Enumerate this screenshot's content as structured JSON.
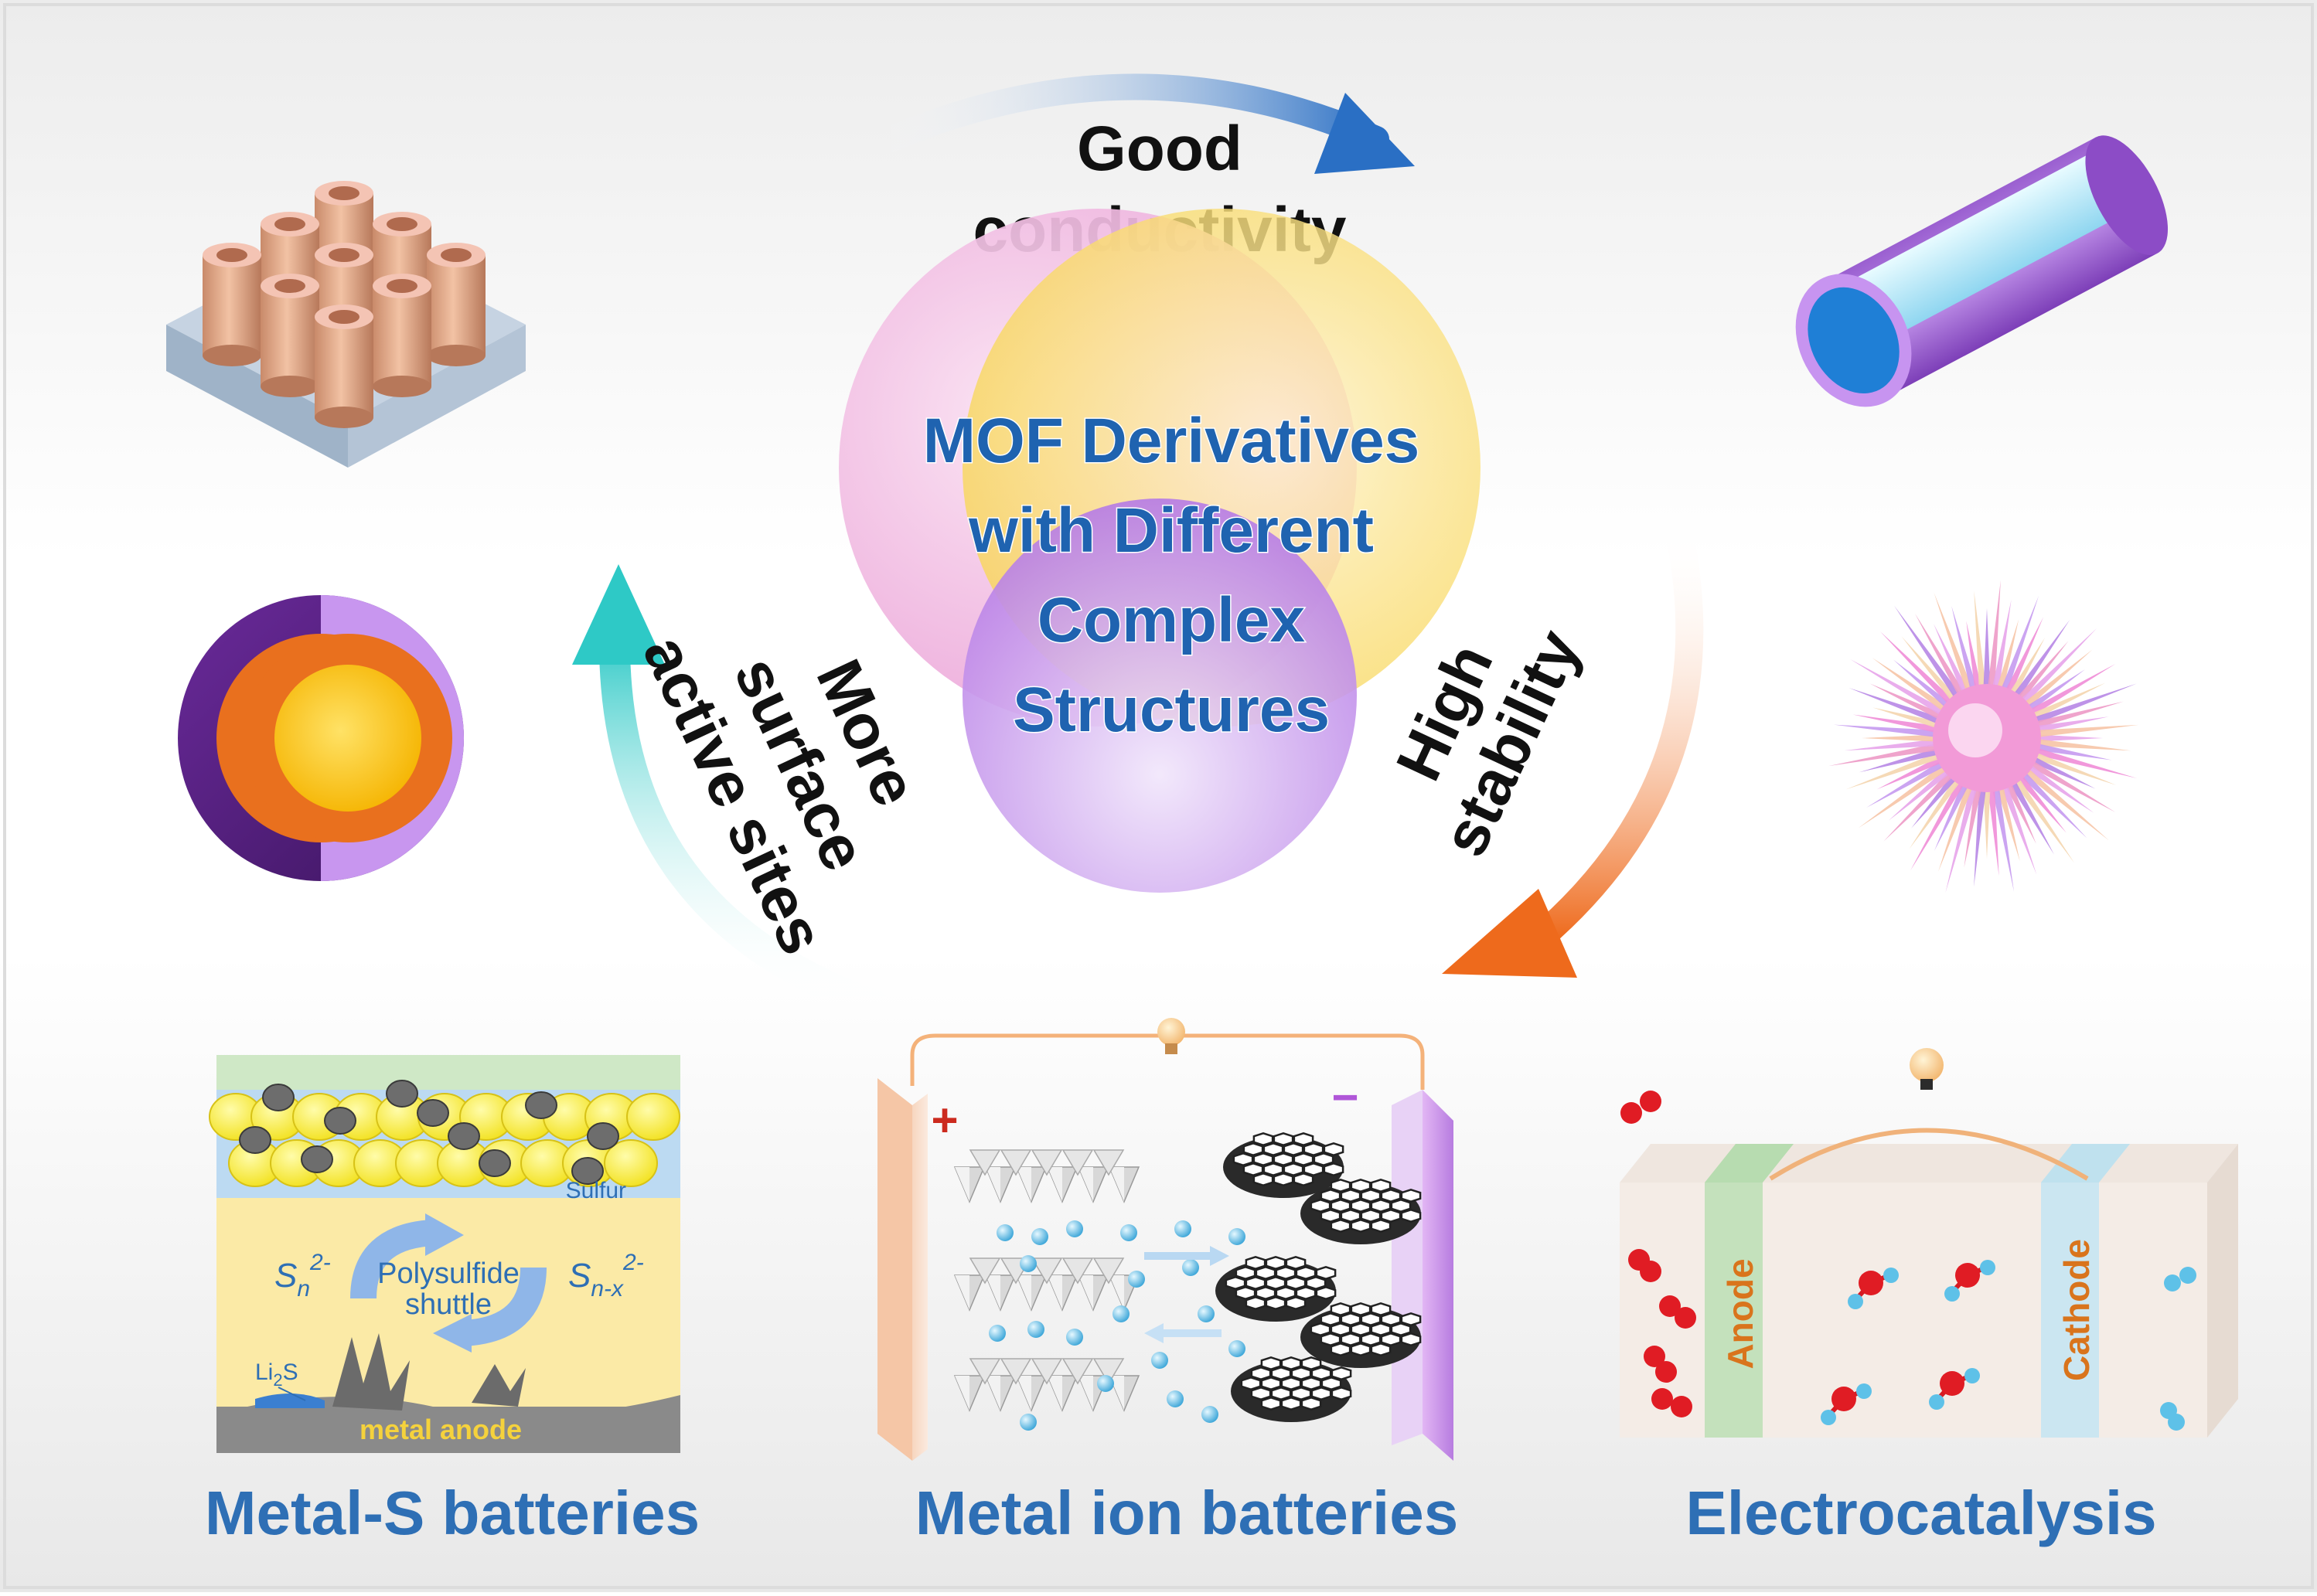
{
  "center": {
    "lines": [
      "MOF Derivatives",
      "with Different",
      "Complex",
      "Structures"
    ]
  },
  "arrows": {
    "top": [
      "Good",
      "conductivity"
    ],
    "right": [
      "High",
      "stability"
    ],
    "left": [
      "More",
      "surface",
      "active sites"
    ]
  },
  "panels": {
    "metal_s": {
      "title": "Metal-S batteries",
      "sulfur": "Sulfur",
      "sn_left": "S",
      "sn_left_sub": "n",
      "sn_left_sup": "2-",
      "polysulfide_1": "Polysulfide",
      "polysulfide_2": "shuttle",
      "sn_right": "S",
      "sn_right_sub": "n-x",
      "sn_right_sup": "2-",
      "li2s_a": "Li",
      "li2s_sub": "2",
      "li2s_b": "S",
      "anode": "metal anode"
    },
    "metal_ion": {
      "title": "Metal ion batteries",
      "plus": "+",
      "minus": "−"
    },
    "electro": {
      "title": "Electrocatalysis",
      "anode": "Anode",
      "cathode": "Cathode"
    }
  },
  "colors": {
    "title_blue": "#2e6fb5",
    "center_blue": "#1f63b0",
    "arrow_blue": "#2a6fc4",
    "arrow_orange": "#ee6a1c",
    "arrow_teal": "#2ec9c6"
  }
}
